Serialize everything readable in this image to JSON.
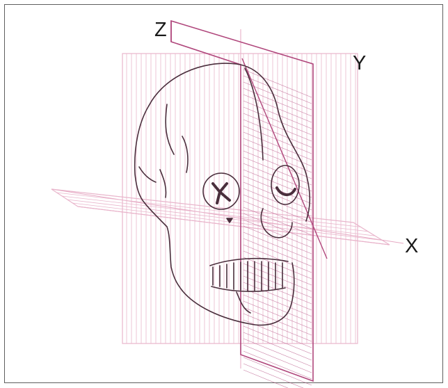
{
  "axes": {
    "x": "X",
    "y": "Y",
    "z": "Z"
  },
  "colors": {
    "plane_light": "#e9b6cc",
    "plane_dark": "#b0477c",
    "skull_line": "#4a2e3c",
    "frame": "#5e5e5e"
  }
}
